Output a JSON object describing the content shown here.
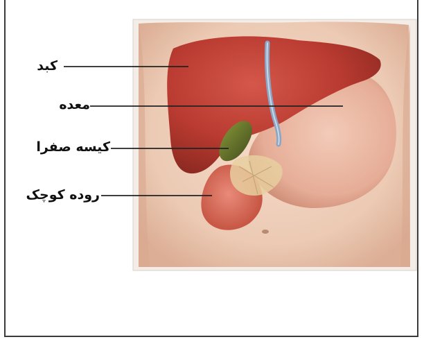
{
  "labels": {
    "liver": "کبد",
    "stomach": "معده",
    "gallbladder": "کیسه صفرا",
    "small_intestine": "روده کوچک"
  },
  "colors": {
    "frame": "#3a3a3a",
    "skin": "#eecdb7",
    "liver": "#b83a30",
    "stomach": "#e9b5a0",
    "gallbladder": "#5e6b2c",
    "intestine": "#d86a5a",
    "vessel": "#8aa6c4",
    "leader_line": "#222222"
  }
}
